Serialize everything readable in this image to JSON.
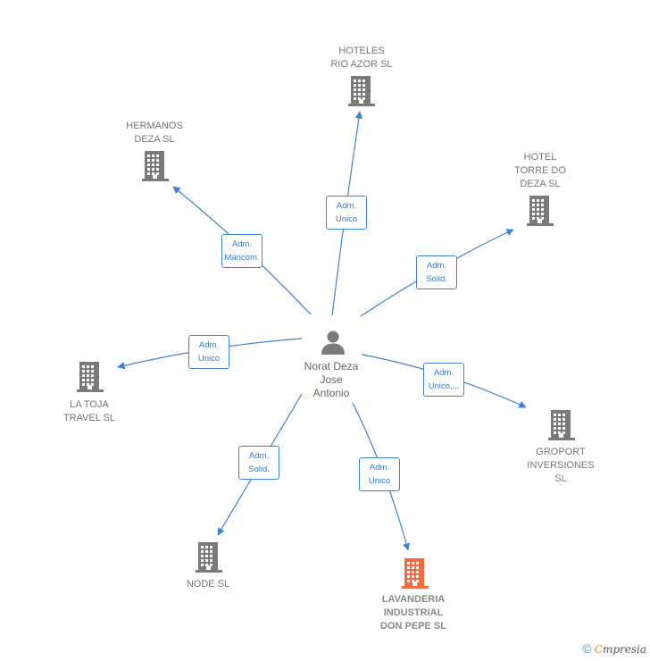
{
  "center": {
    "name": "Norat Deza\nJose\nAntonio",
    "icon": "person-icon"
  },
  "companies": [
    {
      "id": "hoteles-rio-azor",
      "name": "HOTELES\nRIO AZOR SL",
      "icon": "building-icon",
      "highlight": false
    },
    {
      "id": "hermanos-deza",
      "name": "HERMANOS\nDEZA SL",
      "icon": "building-icon",
      "highlight": false
    },
    {
      "id": "hotel-torre-do-deza",
      "name": "HOTEL\nTORRE DO\nDEZA  SL",
      "icon": "building-icon",
      "highlight": false
    },
    {
      "id": "la-toja-travel",
      "name": "LA TOJA\nTRAVEL SL",
      "icon": "building-icon",
      "highlight": false
    },
    {
      "id": "groport-inversiones",
      "name": "GROPORT\nINVERSIONES\nSL",
      "icon": "building-icon",
      "highlight": false
    },
    {
      "id": "node",
      "name": "NODE  SL",
      "icon": "building-icon",
      "highlight": false
    },
    {
      "id": "lavanderia-industrial",
      "name": "LAVANDERIA\nINDUSTRIAL\nDON PEPE  SL",
      "icon": "building-icon",
      "highlight": true,
      "color": "#f26a3d"
    }
  ],
  "relations": [
    {
      "to": "hoteles-rio-azor",
      "label": "Adm.\nUnico"
    },
    {
      "to": "hermanos-deza",
      "label": "Adm.\nMancom."
    },
    {
      "to": "hotel-torre-do-deza",
      "label": "Adm.\nSolid."
    },
    {
      "to": "la-toja-travel",
      "label": "Adm.\nUnico"
    },
    {
      "to": "groport-inversiones",
      "label": "Adm.\nUnico,..."
    },
    {
      "to": "node",
      "label": "Adm.\nSolid."
    },
    {
      "to": "lavanderia-industrial",
      "label": "Adm.\nUnico"
    }
  ],
  "colors": {
    "edge": "#3b82d6",
    "building": "#7a7a7a",
    "building_highlight": "#f26a3d",
    "person": "#7a7a7a"
  },
  "footer": {
    "copyright": "©",
    "brand_first": "C",
    "brand_rest": "mpresia"
  }
}
